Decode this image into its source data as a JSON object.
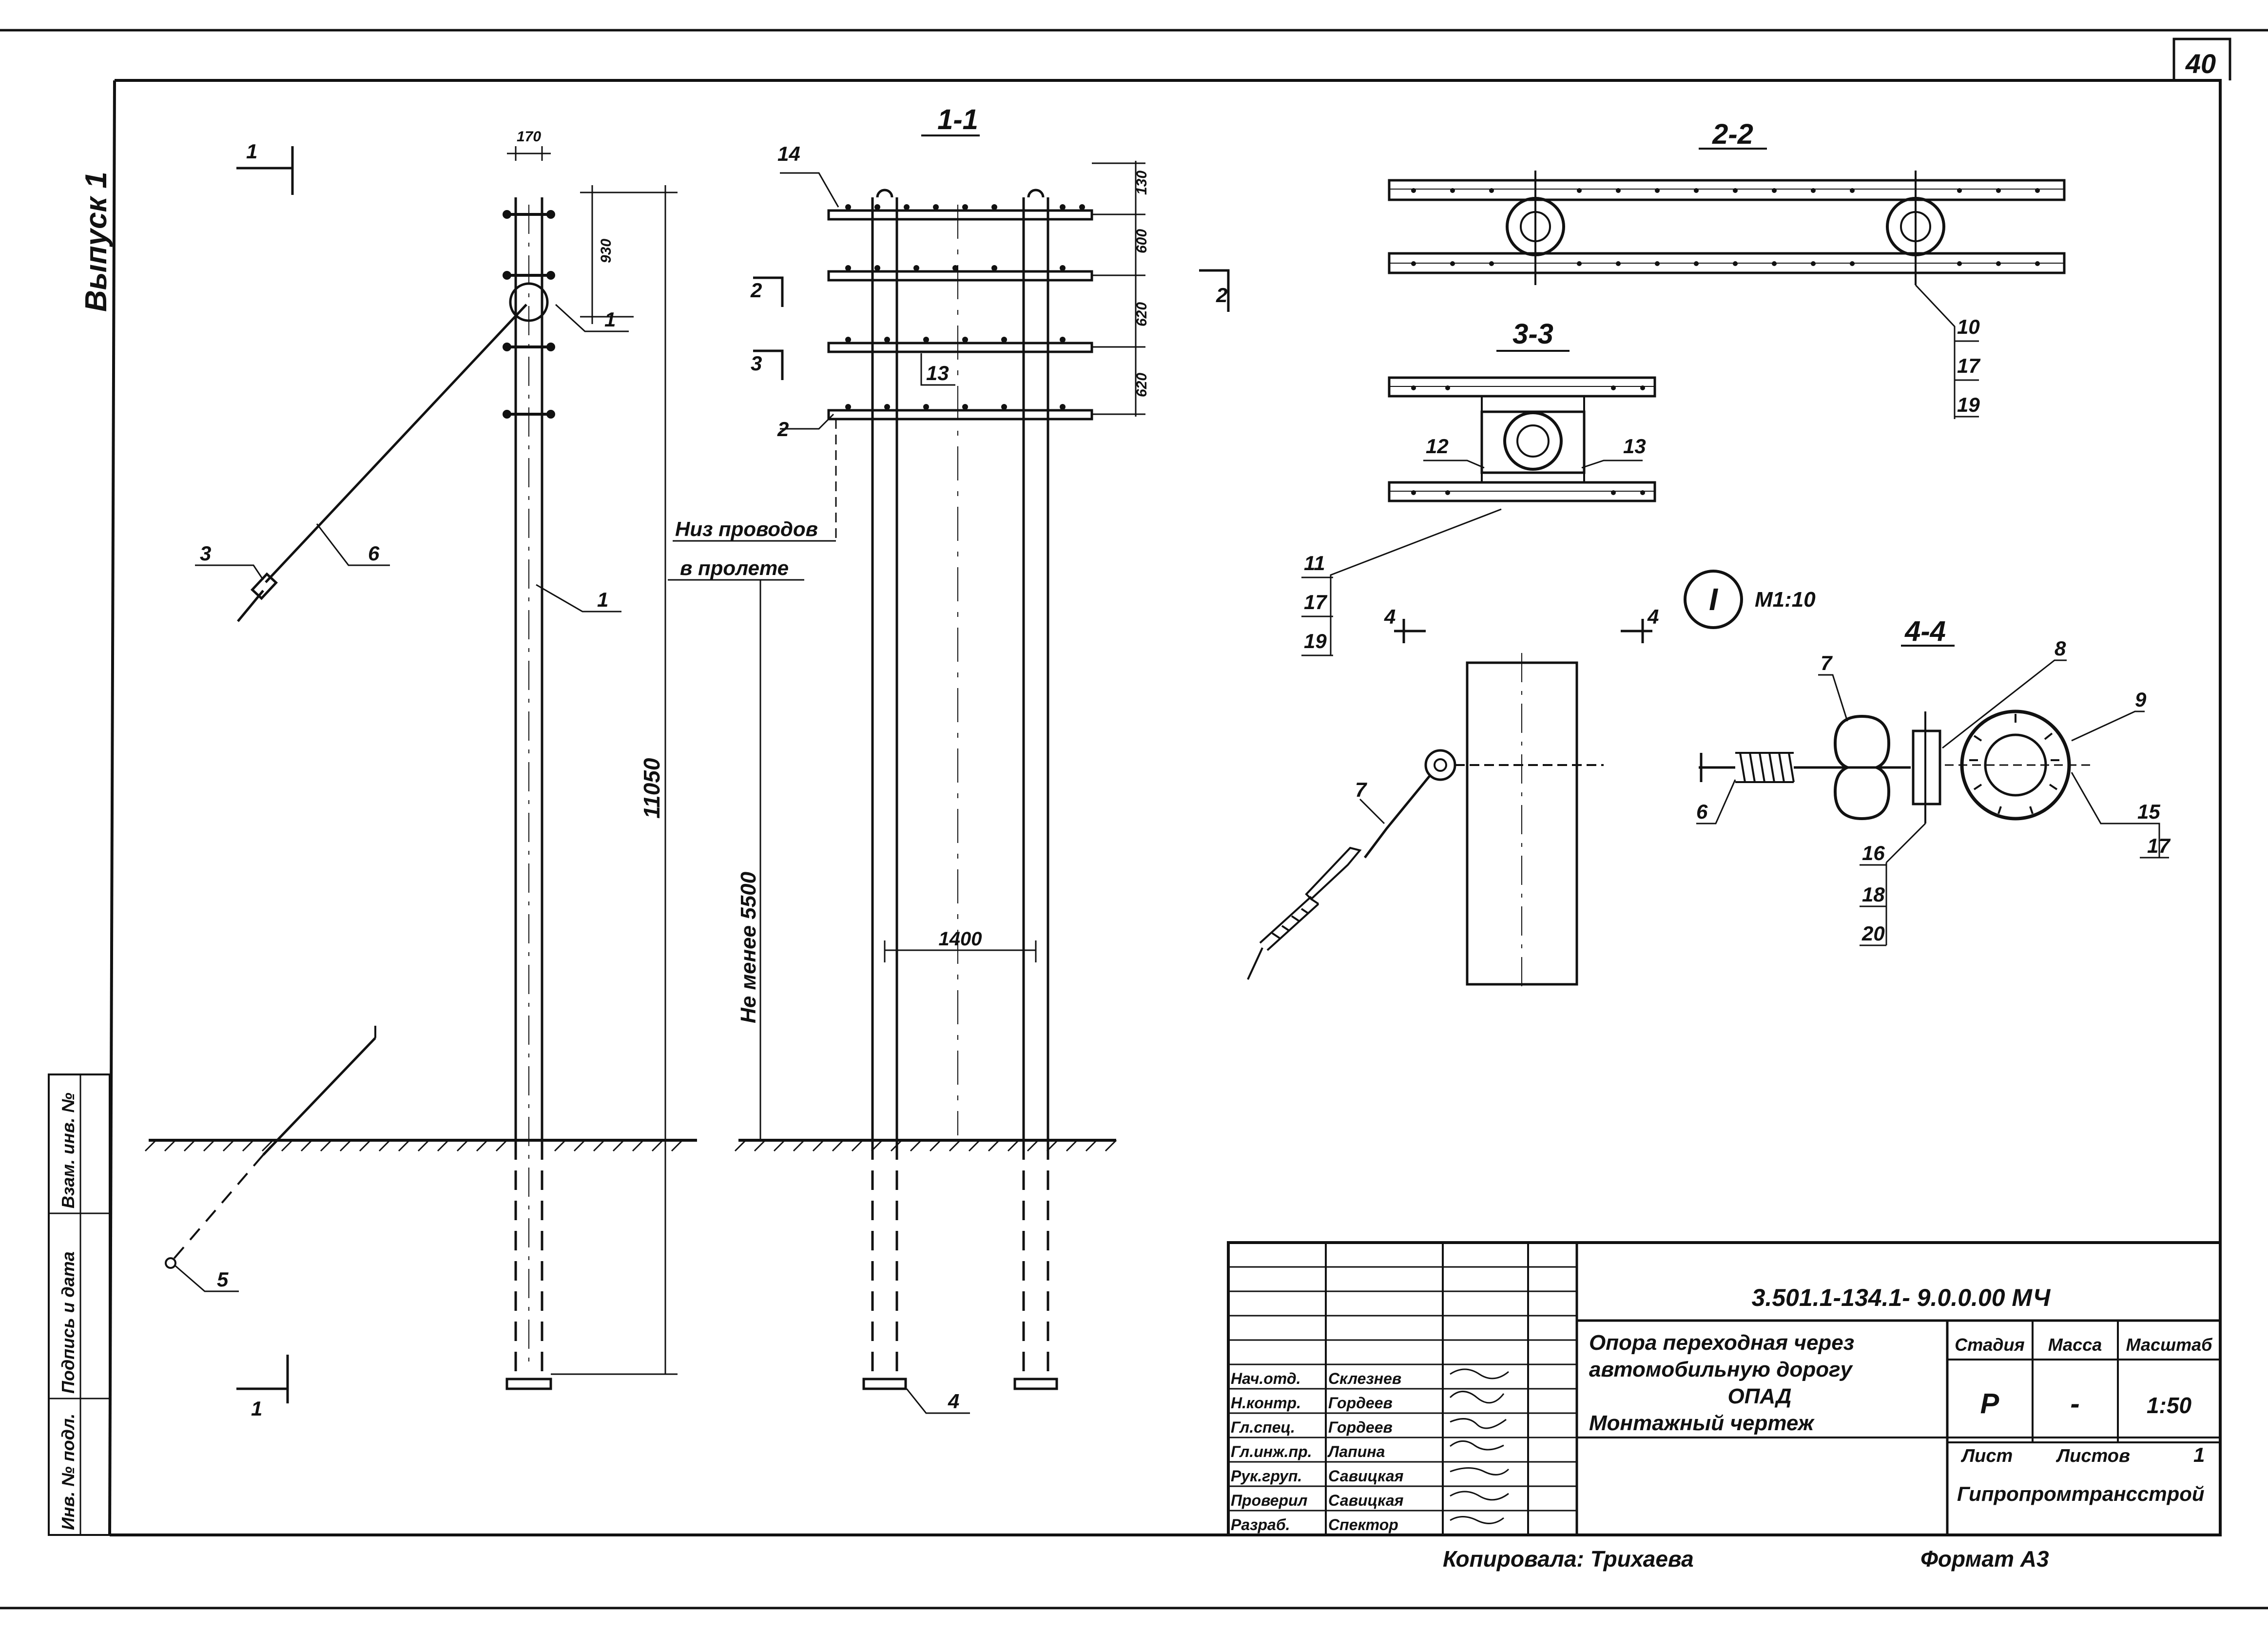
{
  "sheet_number": "40",
  "side_note": "Выпуск 1",
  "left_stamp": {
    "cells": [
      "Инв. № подл.",
      "Подпись и дата",
      "Взам. инв. №"
    ]
  },
  "section_labels": {
    "s11": "1-1",
    "s22": "2-2",
    "s33": "3-3",
    "s44": "4-4",
    "detail": "I",
    "detail_scale": "М1:10"
  },
  "cut_markers": {
    "c1_top": "1",
    "c1_bottom": "1",
    "c2": "2",
    "c2r": "2",
    "c3": "3",
    "c4l": "4",
    "c4r": "4"
  },
  "dimensions": {
    "top_width": "170",
    "d930": "930",
    "height": "11050",
    "not_less": "Не менее  5500",
    "width": "1400",
    "spacing_1": "130",
    "spacing_2": "600",
    "spacing_3": "620",
    "spacing_4": "620"
  },
  "notes": {
    "sag_line1": "Низ проводов",
    "sag_line2": "в пролете"
  },
  "callouts": {
    "p1": "1",
    "p1b": "1",
    "p2": "2",
    "p3": "3",
    "p4": "4",
    "p5": "5",
    "p6": "6",
    "p6b": "6",
    "p7": "7",
    "p7b": "7",
    "p8": "8",
    "p9": "9",
    "p10": "10",
    "p11": "11",
    "p12": "12",
    "p13": "13",
    "p13b": "13",
    "p14": "14",
    "p15": "15",
    "p16": "16",
    "p17a": "17",
    "p17b": "17",
    "p17c": "17",
    "p18": "18",
    "p19a": "19",
    "p19b": "19",
    "p20": "20"
  },
  "title_block": {
    "doc_code": "3.501.1-134.1- 9.0.0.00 МЧ",
    "title_line1": "Опора переходная через",
    "title_line2": "автомобильную дорогу",
    "title_line3": "ОПАД",
    "subtitle": "Монтажный  чертеж",
    "stage_label": "Стадия",
    "mass_label": "Масса",
    "scale_label": "Масштаб",
    "stage": "Р",
    "mass": "-",
    "scale": "1:50",
    "sheet_label": "Лист",
    "sheets_label": "Листов",
    "sheets": "1",
    "org": "Гипропромтрансстрой",
    "roles": [
      {
        "role": "Нач.отд.",
        "name": "Склезнев"
      },
      {
        "role": "Н.контр.",
        "name": "Гордеев"
      },
      {
        "role": "Гл.спец.",
        "name": "Гордеев"
      },
      {
        "role": "Гл.инж.пр.",
        "name": "Лапина"
      },
      {
        "role": "Рук.груп.",
        "name": "Савицкая"
      },
      {
        "role": "Проверил",
        "name": "Савицкая"
      },
      {
        "role": "Разраб.",
        "name": "Спектор"
      }
    ]
  },
  "footer": {
    "copied": "Копировала: Трихаева",
    "format": "Формат А3"
  }
}
